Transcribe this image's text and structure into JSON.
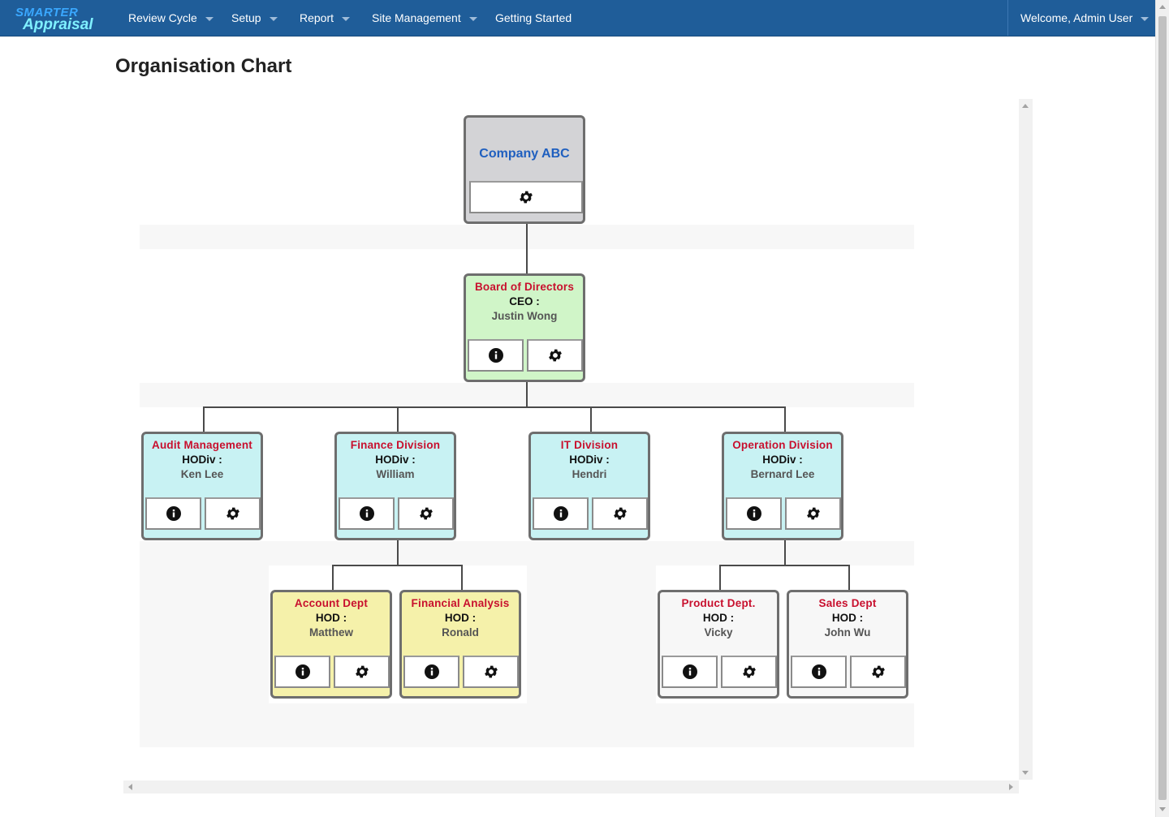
{
  "app": {
    "logo_line1": "SMARTER",
    "logo_line2": "Appraisal"
  },
  "nav": {
    "items": [
      {
        "label": "Review Cycle",
        "has_dropdown": true
      },
      {
        "label": "Setup",
        "has_dropdown": true
      },
      {
        "label": "Report",
        "has_dropdown": true
      },
      {
        "label": "Site Management",
        "has_dropdown": true
      },
      {
        "label": "Getting Started",
        "has_dropdown": false
      }
    ],
    "user_menu": "Welcome, Admin User"
  },
  "page": {
    "title": "Organisation Chart"
  },
  "org": {
    "root": {
      "name": "Company ABC"
    },
    "board": {
      "name": "Board of Directors",
      "role": "CEO :",
      "person": "Justin Wong"
    },
    "divisions": [
      {
        "name": "Audit Management",
        "role": "HODiv :",
        "person": "Ken Lee"
      },
      {
        "name": "Finance Division",
        "role": "HODiv :",
        "person": "William"
      },
      {
        "name": "IT Division",
        "role": "HODiv :",
        "person": "Hendri"
      },
      {
        "name": "Operation Division",
        "role": "HODiv :",
        "person": "Bernard Lee"
      }
    ],
    "departments": [
      {
        "name": "Account Dept",
        "role": "HOD :",
        "person": "Matthew",
        "parent": "Finance Division"
      },
      {
        "name": "Financial Analysis",
        "role": "HOD :",
        "person": "Ronald",
        "parent": "Finance Division"
      },
      {
        "name": "Product Dept.",
        "role": "HOD :",
        "person": "Vicky",
        "parent": "Operation Division"
      },
      {
        "name": "Sales Dept",
        "role": "HOD :",
        "person": "John Wu",
        "parent": "Operation Division"
      }
    ]
  },
  "icons": {
    "info": "info-icon",
    "settings": "gear-icon"
  },
  "colors": {
    "navbar": "#1f5d99",
    "dept_name": "#c8102e",
    "root_name": "#1f5fbf",
    "board_bg": "#d0f5c8",
    "division_bg": "#c8f2f3",
    "finance_dept_bg": "#f5f1aa",
    "operation_dept_bg": "#f7f7f7",
    "root_bg": "#d3d3d6"
  }
}
